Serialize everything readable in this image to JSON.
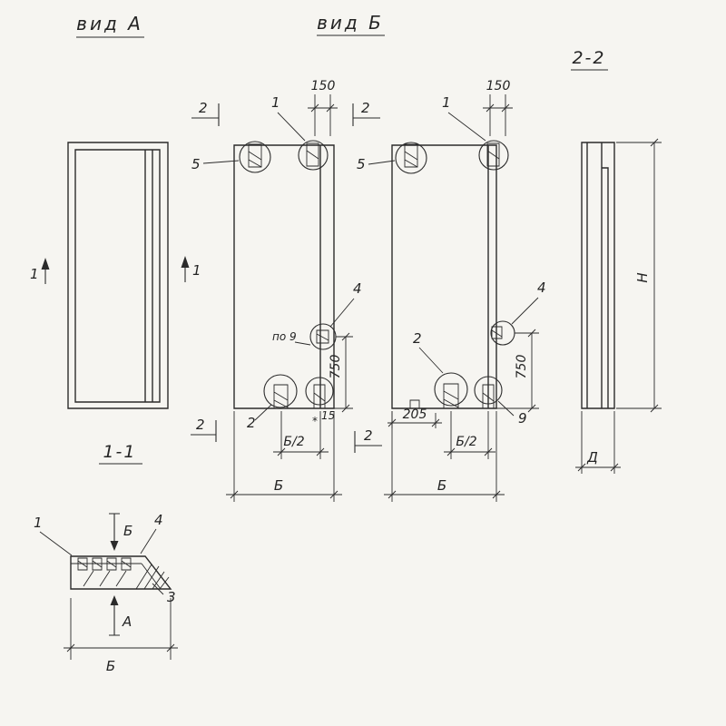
{
  "titles": {
    "view_a": "вид А",
    "view_b": "вид Б",
    "section_2_2": "2-2",
    "section_1_1": "1-1"
  },
  "section_marks": {
    "mark_1": "1",
    "mark_2": "2"
  },
  "callouts": {
    "item_1": "1",
    "item_2": "2",
    "item_3": "3",
    "item_4": "4",
    "item_5": "5",
    "item_9": "9"
  },
  "dimensions": {
    "top_width": "150",
    "anchor_height": "750",
    "edge_offset": "205",
    "small_offset": "15",
    "ref_star": "*",
    "half_width": "Б/2",
    "width": "Б",
    "height": "Н",
    "thickness": "Д"
  },
  "notes": {
    "po_9": "по 9"
  },
  "view_arrows": {
    "b": "Б",
    "a": "А"
  },
  "colors": {
    "ink": "#2b2b2b",
    "paper": "#f6f5f1"
  }
}
